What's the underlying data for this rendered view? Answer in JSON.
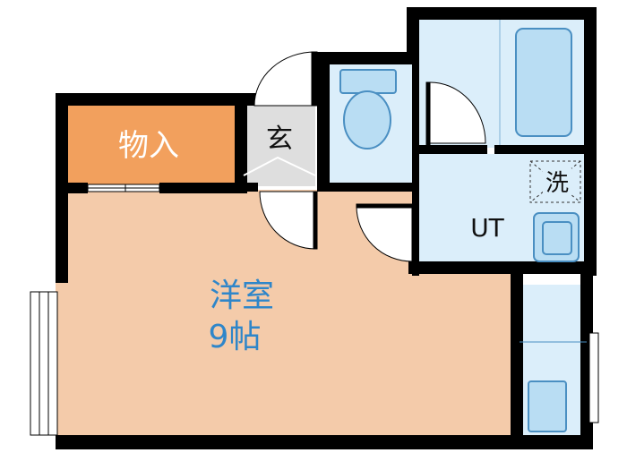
{
  "rooms": {
    "storage": {
      "label": "物入"
    },
    "entrance": {
      "label": "玄"
    },
    "utility": {
      "label": "UT"
    },
    "washer": {
      "label": "洗"
    },
    "western": {
      "label": "洋室",
      "size": "9帖"
    }
  },
  "colors": {
    "wall": "#000000",
    "western_floor": "#f4cbaa",
    "storage_floor": "#f2a05d",
    "entrance_floor": "#dedede",
    "wet_area": "#dbeefa",
    "fixture": "#b9ddf3",
    "fixture_stroke": "#4a8fc2",
    "storage_text": "#ffffff",
    "western_text": "#2f86c9",
    "dark_text": "#111111"
  }
}
